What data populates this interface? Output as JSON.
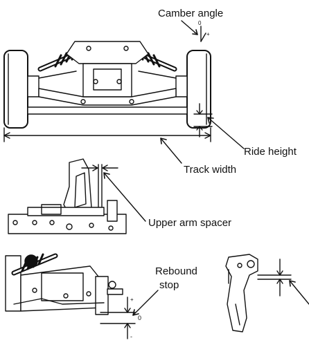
{
  "labels": {
    "camber_angle": "Camber angle",
    "ride_height": "Ride height",
    "track_width": "Track width",
    "upper_arm_spacer": "Upper arm spacer",
    "rebound": "Rebound",
    "stop": "stop"
  },
  "symbols": {
    "zero": "0",
    "minus": "-",
    "plus": "+"
  },
  "colors": {
    "ink": "#111111",
    "background": "#ffffff"
  }
}
